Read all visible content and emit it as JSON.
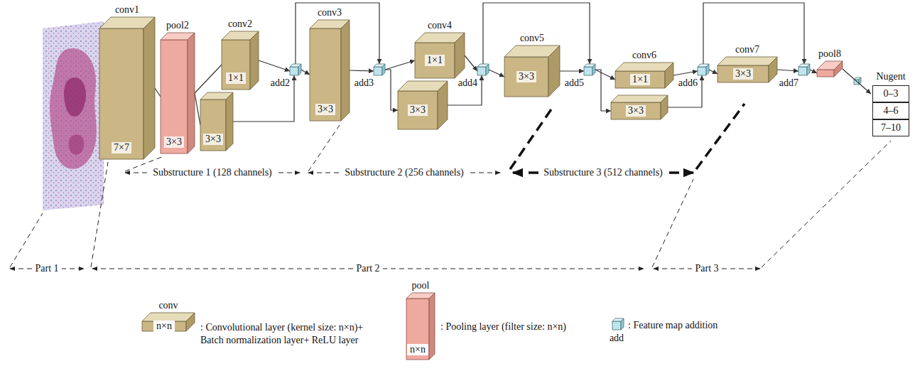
{
  "diagram": {
    "nodes": [
      {
        "text": [
          "conv1",
          "7×7"
        ]
      },
      {
        "text": [
          "pool2",
          "3×3"
        ]
      },
      {
        "text": [
          "conv2",
          "1×1"
        ]
      },
      {
        "text": [
          "3×3"
        ]
      },
      {
        "text": [
          "add2"
        ]
      },
      {
        "text": [
          "conv3",
          "3×3"
        ]
      },
      {
        "text": [
          "add3"
        ]
      },
      {
        "text": [
          "conv4",
          "1×1"
        ]
      },
      {
        "text": [
          "3×3"
        ]
      },
      {
        "text": [
          "add4"
        ]
      },
      {
        "text": [
          "conv5",
          "3×3"
        ]
      },
      {
        "text": [
          "add5"
        ]
      },
      {
        "text": [
          "conv6",
          "1×1"
        ]
      },
      {
        "text": [
          "3×3"
        ]
      },
      {
        "text": [
          "add6"
        ]
      },
      {
        "text": [
          "conv7",
          "3×3"
        ]
      },
      {
        "text": [
          "add7"
        ]
      },
      {
        "text": [
          "pool8"
        ]
      },
      {
        "text": [
          "Nugent"
        ]
      },
      {
        "text": [
          "0–3"
        ],
        "in": 18
      },
      {
        "text": [
          "4–6"
        ],
        "in": 18
      },
      {
        "text": [
          "7–10"
        ],
        "in": 18
      }
    ],
    "edges": [
      {
        "from": 0,
        "to": 1,
        "arrow": "none"
      },
      {
        "from": 1,
        "to": 2,
        "arrow": "none"
      },
      {
        "from": 1,
        "to": 3,
        "arrow": "none"
      },
      {
        "from": 2,
        "to": 4,
        "arrow": "to"
      },
      {
        "from": 3,
        "to": 4,
        "arrow": "to"
      },
      {
        "from": 4,
        "to": 5,
        "arrow": "to"
      },
      {
        "from": 4,
        "to": 6,
        "arrow": "to"
      },
      {
        "from": 5,
        "to": 6,
        "arrow": "to"
      },
      {
        "from": 6,
        "to": 7,
        "arrow": "to"
      },
      {
        "from": 6,
        "to": 8,
        "arrow": "to"
      },
      {
        "from": 7,
        "to": 9,
        "arrow": "to"
      },
      {
        "from": 8,
        "to": 9,
        "arrow": "to"
      },
      {
        "from": 9,
        "to": 10,
        "arrow": "to"
      },
      {
        "from": 9,
        "to": 11,
        "arrow": "to"
      },
      {
        "from": 10,
        "to": 11,
        "arrow": "to"
      },
      {
        "from": 11,
        "to": 12,
        "arrow": "to"
      },
      {
        "from": 11,
        "to": 13,
        "arrow": "to"
      },
      {
        "from": 12,
        "to": 14,
        "arrow": "to"
      },
      {
        "from": 13,
        "to": 14,
        "arrow": "to"
      },
      {
        "from": 14,
        "to": 15,
        "arrow": "to"
      },
      {
        "from": 14,
        "to": 16,
        "arrow": "to"
      },
      {
        "from": 15,
        "to": 16,
        "arrow": "to"
      },
      {
        "from": 16,
        "to": 17,
        "arrow": "to"
      },
      {
        "from": 17,
        "to": 18,
        "arrow": "to"
      }
    ],
    "labels": [
      "Substructure 1 (128 channels)",
      "Substructure 2 (256 channels)",
      "Substructure 3 (512 channels)",
      "Part 1",
      "Part 2",
      "Part 3",
      "conv",
      "n×n",
      "pool",
      "n×n",
      "add"
    ],
    "legend": [
      {
        "text": ": Convolutional layer (kernel size: n×n)+ Batch normalization layer+ ReLU layer"
      },
      {
        "text": ": Pooling layer (filter size: n×n)"
      },
      {
        "text": ": Feature map addition"
      }
    ]
  }
}
